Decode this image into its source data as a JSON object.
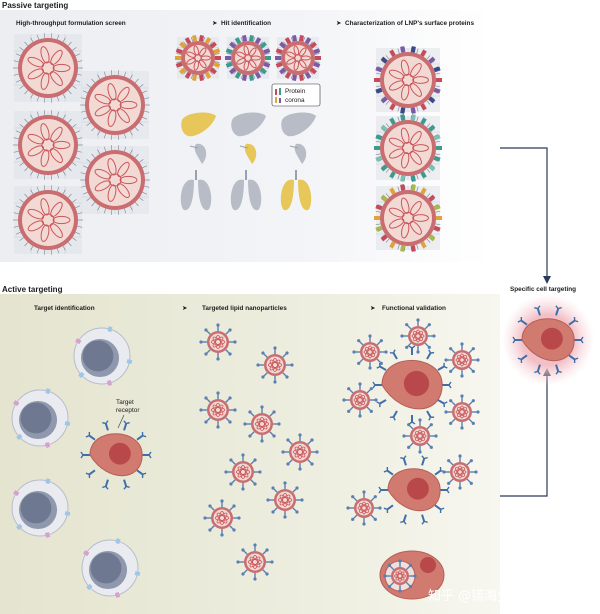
{
  "passive": {
    "title": "Passive targeting",
    "steps": [
      "High-throughput formulation screen",
      "Hit identification",
      "Characterization of LNP's surface proteins"
    ],
    "legend": [
      "Protein",
      "corona"
    ]
  },
  "active": {
    "title": "Active targeting",
    "steps": [
      "Target identification",
      "Targeted lipid nanoparticles",
      "Functional validation"
    ],
    "receptor_label": [
      "Target",
      "receptor"
    ]
  },
  "outcome": {
    "title": "Specific cell targeting"
  },
  "arrow_glyph": "➤",
  "watermark": "知乎 @锘海生命科学",
  "colors": {
    "lnp_ring": "#c96d70",
    "lnp_core": "#f3d9d4",
    "lipid_blue": "#5b7fb3",
    "target_cell": "#d07a70",
    "target_nucleus": "#b8484a",
    "grey_cell": "#8f98ad",
    "liver_hit": "#e7c65a",
    "organ_grey": "#b8bcc6",
    "active_bg": "#e9e9d6",
    "passive_bg": "#eef0f4"
  }
}
